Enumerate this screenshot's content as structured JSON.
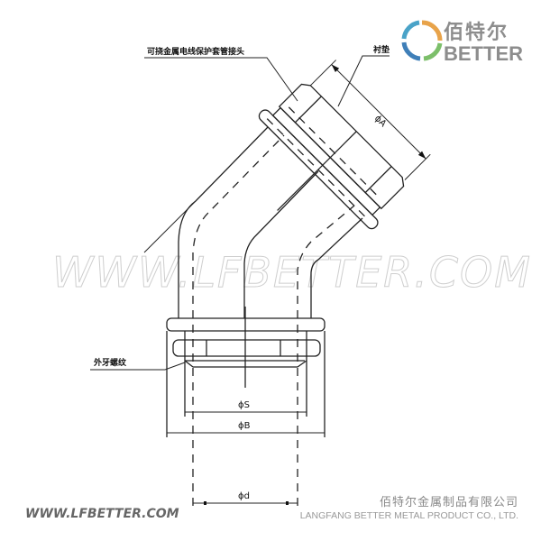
{
  "logo": {
    "cn": "佰特尔",
    "en": "BETTER",
    "ring_colors": [
      "#e8a34a",
      "#4aa3c8",
      "#3f7fb8",
      "#7cbf6a"
    ]
  },
  "labels": {
    "fitting_thread": "可挠金属电线保护套管接头",
    "gasket": "衬垫",
    "outer_thread": "外牙螺纹"
  },
  "dimensions": {
    "phiA": "ϕA",
    "phiS": "ϕS",
    "phiB": "ϕB",
    "phid": "ϕd"
  },
  "watermark": "WWW.LFBETTER.COM",
  "footer": {
    "website": "WWW.LFBETTER.COM",
    "company_cn": "佰特尔金属制品有限公司",
    "company_en": "LANGFANG BETTER METAL PRODUCT CO., LTD."
  }
}
